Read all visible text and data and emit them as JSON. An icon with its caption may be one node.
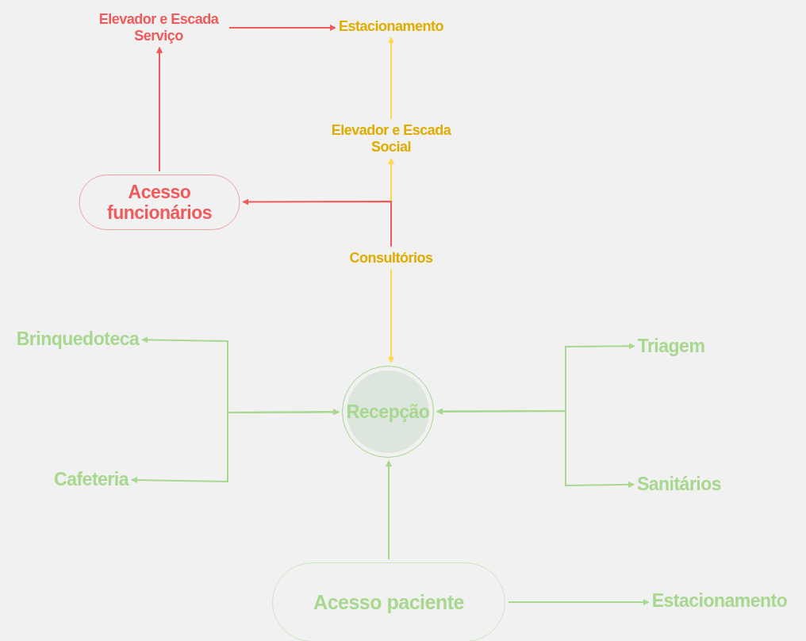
{
  "diagram": {
    "nodes": [
      {
        "text": [
          "Elevador e Escada Serviço"
        ]
      },
      {
        "text": [
          "Estacionamento"
        ]
      },
      {
        "text": [
          "Elevador e Escada Social"
        ]
      },
      {
        "text": [
          "Acesso funcionários"
        ]
      },
      {
        "text": [
          "Consultórios"
        ]
      },
      {
        "text": [
          "Brinquedoteca"
        ]
      },
      {
        "text": [
          "Cafeteria"
        ]
      },
      {
        "text": [
          "Recepção"
        ]
      },
      {
        "text": [
          "Triagem"
        ]
      },
      {
        "text": [
          "Sanitários"
        ]
      },
      {
        "text": [
          "Acesso paciente"
        ]
      },
      {
        "text": [
          "Estacionamento"
        ]
      }
    ],
    "edges": [
      {
        "from": 3,
        "to": 0,
        "arrow": "to",
        "color": "#f05a5a"
      },
      {
        "from": 0,
        "to": 1,
        "arrow": "to",
        "color": "#f05a5a"
      },
      {
        "from": 2,
        "to": 1,
        "arrow": "to",
        "color": "#ffd84d"
      },
      {
        "from": 4,
        "to": 2,
        "arrow": "to",
        "color": "#ffd84d"
      },
      {
        "from": 4,
        "to": 3,
        "arrow": "to",
        "color": "#f05a5a"
      },
      {
        "from": 4,
        "to": 7,
        "arrow": "to",
        "color": "#ffd84d"
      },
      {
        "from": 5,
        "to": 7,
        "arrow": "both"
      },
      {
        "from": 6,
        "to": 7,
        "arrow": "both"
      },
      {
        "from": 8,
        "to": 7,
        "arrow": "both"
      },
      {
        "from": 9,
        "to": 7,
        "arrow": "both"
      },
      {
        "from": 10,
        "to": 7,
        "arrow": "to"
      },
      {
        "from": 10,
        "to": 11,
        "arrow": "to"
      }
    ]
  }
}
